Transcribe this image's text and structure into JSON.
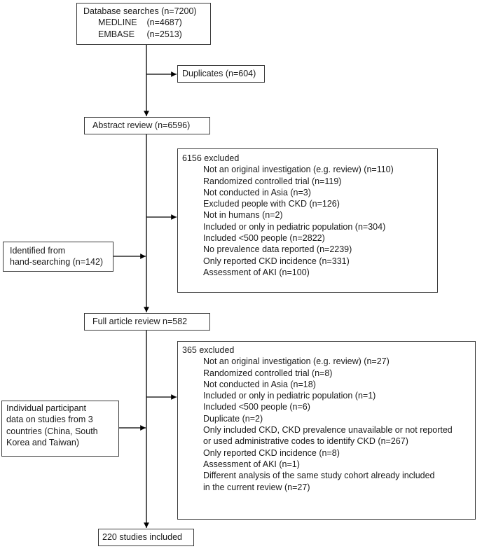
{
  "boxes": {
    "database": {
      "lines": [
        "Database searches (n=7200)",
        "MEDLINE    (n=4687)",
        "EMBASE     (n=2513)"
      ]
    },
    "duplicates": {
      "text": "Duplicates (n=604)"
    },
    "abstract_review": {
      "text": "Abstract review (n=6596)"
    },
    "excluded_1": {
      "title": "6156 excluded",
      "items": [
        "Not an original investigation (e.g. review) (n=110)",
        "Randomized controlled trial (n=119)",
        "Not conducted in Asia (n=3)",
        "Excluded people with CKD (n=126)",
        "Not in humans (n=2)",
        "Included or only in pediatric population (n=304)",
        "Included <500 people (n=2822)",
        "No prevalence data reported (n=2239)",
        "Only reported CKD incidence (n=331)",
        "Assessment of AKI (n=100)"
      ]
    },
    "hand_searching": {
      "lines": [
        "Identified from",
        "hand-searching (n=142)"
      ]
    },
    "full_article": {
      "text": "Full article review n=582"
    },
    "excluded_2": {
      "title": "365 excluded",
      "items": [
        "Not an original investigation (e.g. review) (n=27)",
        "Randomized controlled trial (n=8)",
        "Not conducted in Asia (n=18)",
        "Included or only in pediatric population (n=1)",
        "Included <500 people (n=6)",
        "Duplicate (n=2)",
        "Only included CKD, CKD prevalence unavailable or not reported",
        "or used administrative codes to identify CKD (n=267)",
        "Only reported CKD incidence (n=8)",
        "Assessment of AKI (n=1)",
        "Different analysis of the same study cohort already included",
        "in the current review (n=27)"
      ]
    },
    "ipd": {
      "lines": [
        "Individual participant",
        "data on studies from 3",
        "countries (China, South",
        "Korea and Taiwan)"
      ]
    },
    "included": {
      "text": "220 studies included"
    }
  },
  "colors": {
    "line": "#000000",
    "border": "#3a3a3a",
    "text": "#1a1a1a"
  }
}
